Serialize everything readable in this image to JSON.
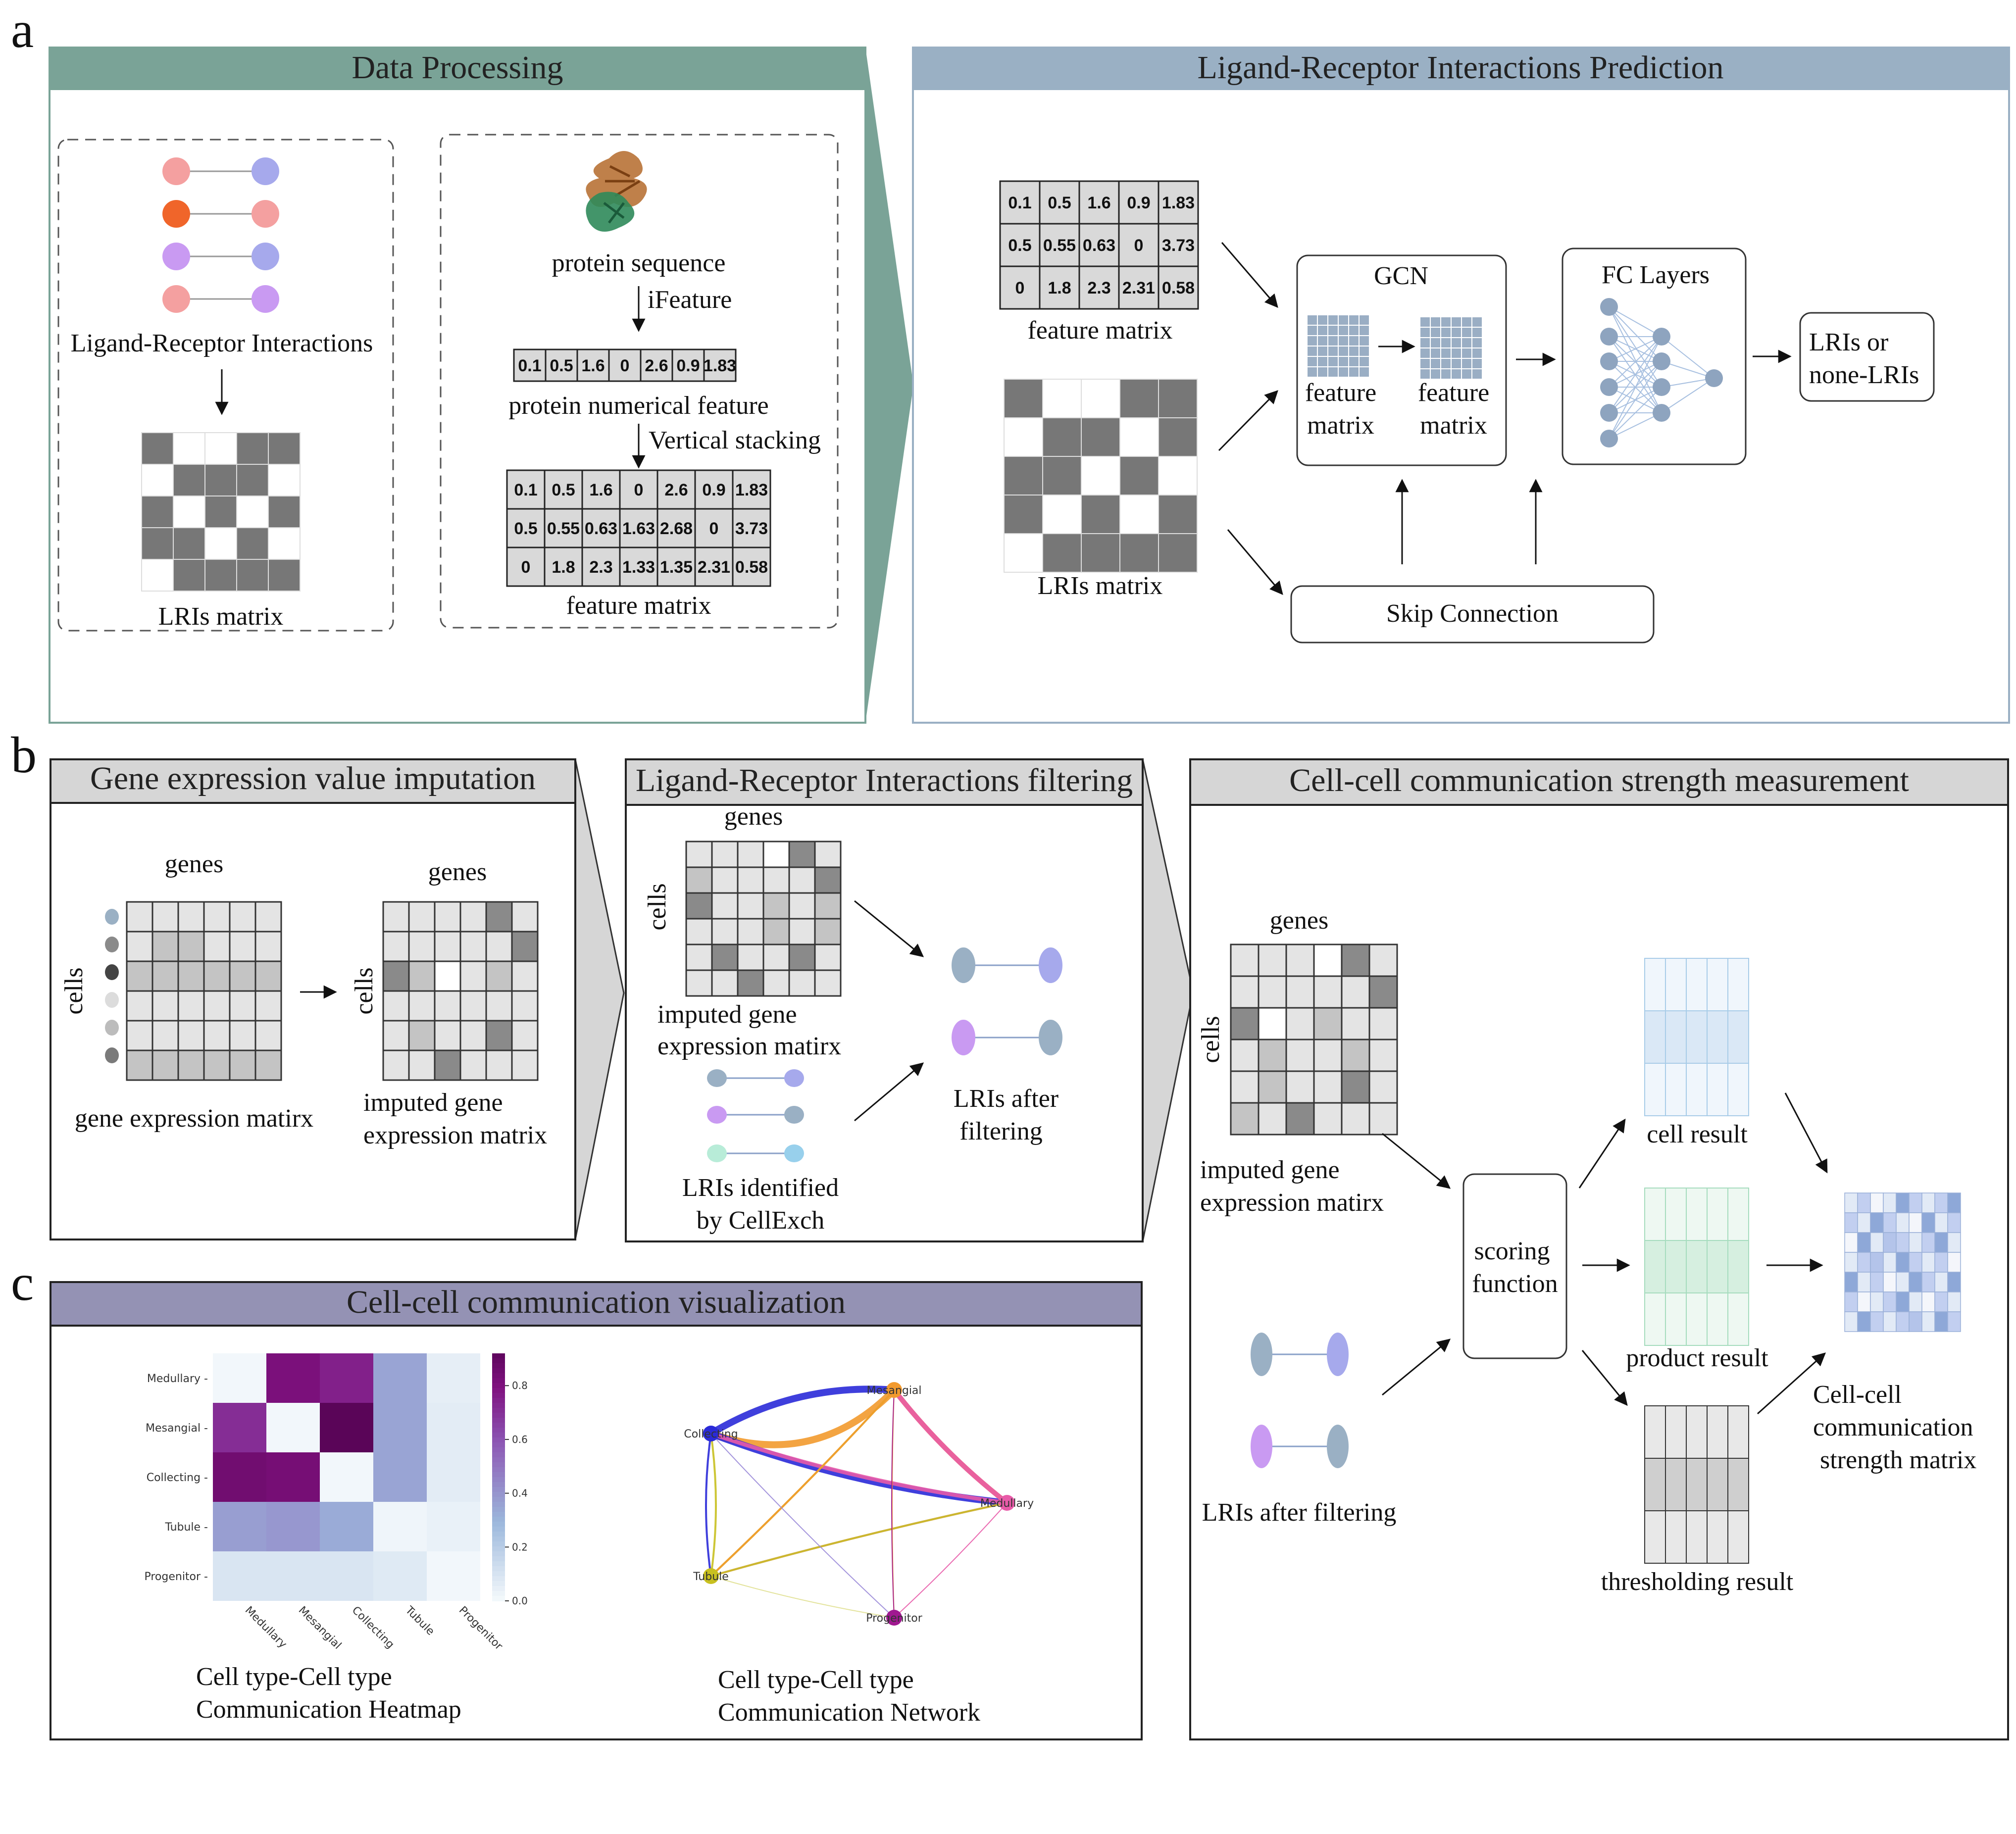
{
  "panel_letters": {
    "a": "a",
    "b": "b",
    "c": "c"
  },
  "panel_a": {
    "data_processing": {
      "title": "Data Processing",
      "lri_label": "Ligand-Receptor Interactions",
      "lri_matrix_label": "LRIs matrix",
      "protein_sequence": "protein sequence",
      "ifeature": "iFeature",
      "protein_numerical_feature": "protein numerical feature",
      "vertical_stacking": "Vertical stacking",
      "feature_matrix_label": "feature matrix",
      "feature_vector": [
        "0.1",
        "0.5",
        "1.6",
        "0",
        "2.6",
        "0.9",
        "1.83"
      ],
      "feature_matrix": [
        [
          "0.1",
          "0.5",
          "1.6",
          "0",
          "2.6",
          "0.9",
          "1.83"
        ],
        [
          "0.5",
          "0.55",
          "0.63",
          "1.63",
          "2.68",
          "0",
          "3.73"
        ],
        [
          "0",
          "1.8",
          "2.3",
          "1.33",
          "1.35",
          "2.31",
          "0.58"
        ]
      ],
      "lri_pattern": [
        [
          1,
          0,
          0,
          1,
          1
        ],
        [
          0,
          1,
          1,
          1,
          0
        ],
        [
          1,
          0,
          1,
          0,
          1
        ],
        [
          1,
          1,
          0,
          1,
          0
        ],
        [
          0,
          1,
          1,
          1,
          1
        ]
      ],
      "pair_colors": [
        [
          "#f4a0a0",
          "#a6a9ec"
        ],
        [
          "#f0652a",
          "#f4a0a0"
        ],
        [
          "#c99af2",
          "#a6a9ec"
        ],
        [
          "#f4a0a0",
          "#c99af2"
        ]
      ]
    },
    "prediction": {
      "title": "Ligand-Receptor Interactions Prediction",
      "feature_matrix": [
        [
          "0.1",
          "0.5",
          "1.6",
          "0.9",
          "1.83"
        ],
        [
          "0.5",
          "0.55",
          "0.63",
          "0",
          "3.73"
        ],
        [
          "0",
          "1.8",
          "2.3",
          "2.31",
          "0.58"
        ]
      ],
      "feature_matrix_label": "feature matrix",
      "lri_matrix_label": "LRIs matrix",
      "lri_pattern": [
        [
          1,
          0,
          0,
          1,
          1
        ],
        [
          0,
          1,
          1,
          0,
          1
        ],
        [
          1,
          1,
          0,
          1,
          0
        ],
        [
          1,
          0,
          1,
          0,
          1
        ],
        [
          0,
          1,
          1,
          1,
          1
        ]
      ],
      "gcn_title": "GCN",
      "gcn_left_label": [
        "feature",
        "matrix"
      ],
      "gcn_right_label": [
        "feature",
        "matrix"
      ],
      "fc_title": "FC Layers",
      "output_label": [
        "LRIs or",
        "none-LRIs"
      ],
      "skip_connection": "Skip Connection"
    }
  },
  "panel_b": {
    "imputation": {
      "title": "Gene expression value imputation",
      "genes": "genes",
      "cells": "cells",
      "left_label": "gene expression matirx",
      "right_label": [
        "imputed gene",
        "expression matrix"
      ]
    },
    "filtering": {
      "title": "Ligand-Receptor Interactions filtering",
      "genes": "genes",
      "cells": "cells",
      "matrix_label": [
        "imputed gene",
        "expression matirx"
      ],
      "lri_label": [
        "LRIs identified",
        "by CellExch"
      ],
      "after_label": [
        "LRIs after",
        "filtering"
      ]
    },
    "strength": {
      "title": "Cell-cell communication strength measurement",
      "genes": "genes",
      "cells": "cells",
      "matrix_label": [
        "imputed gene",
        "expression matirx"
      ],
      "lri_after": "LRIs after filtering",
      "scoring": [
        "scoring",
        "function"
      ],
      "cell_result": "cell result",
      "product_result": "product result",
      "thresholding_result": "thresholding result",
      "final_label": [
        "Cell-cell",
        "communication",
        "strength matrix"
      ]
    }
  },
  "panel_c": {
    "title": "Cell-cell communication visualization",
    "heatmap_caption": [
      "Cell type-Cell type",
      "Communication Heatmap"
    ],
    "network_caption": [
      "Cell type-Cell type",
      "Communication Network"
    ],
    "cell_types": [
      "Medullary",
      "Mesangial",
      "Collecting",
      "Tubule",
      "Progenitor"
    ],
    "colorbar_ticks": [
      "0.0",
      "0.2",
      "0.4",
      "0.6",
      "0.8"
    ],
    "heatmap_values": [
      [
        0.02,
        0.82,
        0.76,
        0.36,
        0.06
      ],
      [
        0.72,
        0.02,
        0.95,
        0.36,
        0.07
      ],
      [
        0.86,
        0.84,
        0.02,
        0.36,
        0.07
      ],
      [
        0.38,
        0.4,
        0.34,
        0.03,
        0.05
      ],
      [
        0.1,
        0.1,
        0.1,
        0.08,
        0.02
      ]
    ],
    "network_node_colors": {
      "Medullary": "#e85aa8",
      "Mesangial": "#f29a2e",
      "Collecting": "#2a2ad8",
      "Tubule": "#c8c020",
      "Progenitor": "#a01890"
    }
  }
}
